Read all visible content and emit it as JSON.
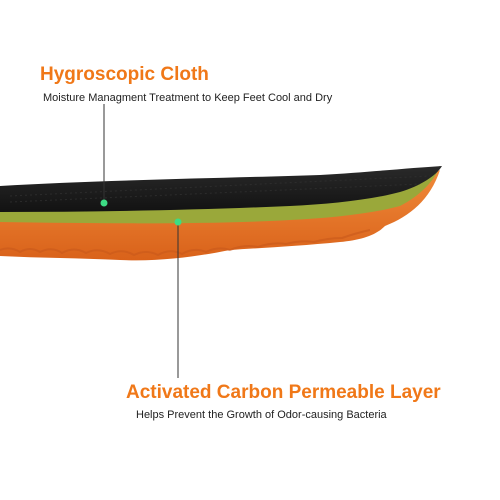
{
  "callouts": [
    {
      "title": "Hygroscopic Cloth",
      "description": "Moisture Managment Treatment to Keep Feet Cool and Dry"
    },
    {
      "title": "Activated Carbon Permeable Layer",
      "description": "Helps Prevent the Growth of Odor-causing Bacteria"
    }
  ],
  "colors": {
    "accent": "#f07818",
    "cloth": "#1c1c1c",
    "carbon_layer": "#9aa83a",
    "foam": "#e8701e",
    "marker": "#3ddc84"
  }
}
